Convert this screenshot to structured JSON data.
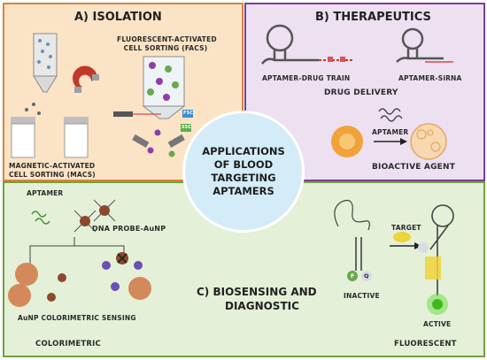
{
  "center": {
    "line1": "APPLICATIONS",
    "line2": "OF BLOOD",
    "line3": "TARGETING",
    "line4": "APTAMERS"
  },
  "panel_a": {
    "title": "A) ISOLATION",
    "facs_line1": "FLUORESCENT-ACTIVATED",
    "facs_line2": "CELL SORTING (FACS)",
    "macs_line1": "MAGNETIC-ACTIVATED",
    "macs_line2": "CELL SORTING (MACS)",
    "detector_1": "FSC",
    "detector_2": "SSC"
  },
  "panel_b": {
    "title": "B) THERAPEUTICS",
    "drug_train": "APTAMER-DRUG TRAIN",
    "sirna": "APTAMER-SiRNA",
    "drug_delivery": "DRUG DELIVERY",
    "aptamer": "APTAMER",
    "bioactive": "BIOACTIVE AGENT"
  },
  "panel_c": {
    "title_line1": "C) BIOSENSING AND",
    "title_line2": "DIAGNOSTIC",
    "aptamer": "APTAMER",
    "dna_probe": "DNA PROBE-AuNP",
    "aunp_sensing": "AuNP COLORIMETRIC SENSING",
    "colorimetric": "COLORIMETRIC",
    "fluorescent": "FLUORESCENT",
    "target": "TARGET",
    "inactive": "INACTIVE",
    "active": "ACTIVE",
    "fluor_label": "F",
    "quencher_label": "Q"
  },
  "colors": {
    "isolation_bg": "#fbe3c6",
    "isolation_border": "#d9843d",
    "therapeutics_bg": "#ece0f1",
    "therapeutics_border": "#7b3f95",
    "biosensing_bg": "#e4f0d8",
    "biosensing_border": "#6ea23f",
    "center_fill": "#d4ecf7"
  }
}
